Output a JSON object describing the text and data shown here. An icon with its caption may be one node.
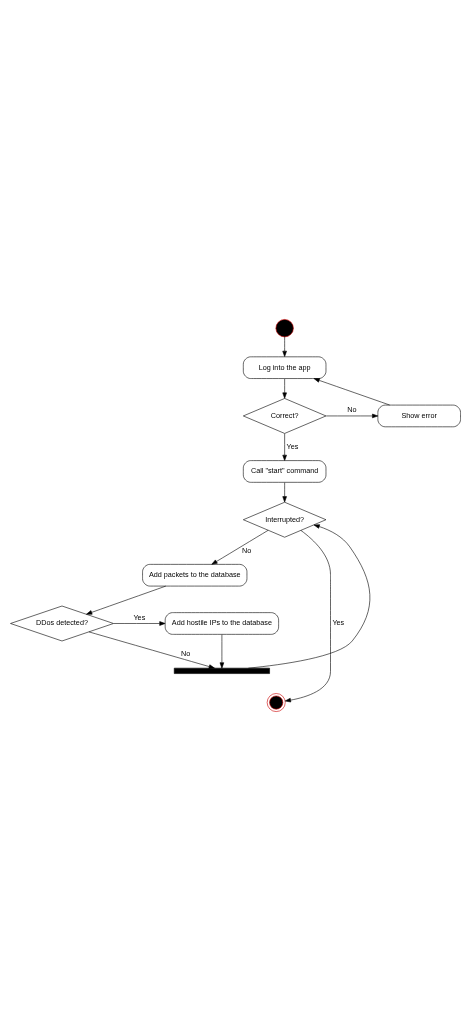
{
  "diagram": {
    "nodes": [
      {
        "text": [],
        "shape": "circle"
      },
      {
        "text": [
          "Log into the app"
        ]
      },
      {
        "text": [
          "Correct?"
        ]
      },
      {
        "text": [
          "Show error"
        ]
      },
      {
        "text": [
          "Call \"start\" command"
        ]
      },
      {
        "text": [
          "Interrupted?"
        ]
      },
      {
        "text": [
          "Add packets to the database"
        ]
      },
      {
        "text": [
          "DDos detected?"
        ]
      },
      {
        "text": [
          "Add hostile IPs to the database"
        ]
      },
      {
        "text": [],
        "shape": "bar"
      },
      {
        "text": [],
        "shape": "bullseye"
      }
    ],
    "edges": [
      {
        "from": 0,
        "to": 1,
        "arrow": "to"
      },
      {
        "from": 1,
        "to": 2,
        "arrow": "to"
      },
      {
        "from": 2,
        "to": 3,
        "arrow": "to",
        "label": "No"
      },
      {
        "from": 3,
        "to": 1,
        "arrow": "to"
      },
      {
        "from": 2,
        "to": 4,
        "arrow": "to",
        "label": "Yes"
      },
      {
        "from": 4,
        "to": 5,
        "arrow": "to"
      },
      {
        "from": 5,
        "to": 10,
        "arrow": "to",
        "label": "Yes"
      },
      {
        "from": 5,
        "to": 6,
        "arrow": "to",
        "label": "No"
      },
      {
        "from": 6,
        "to": 7,
        "arrow": "to"
      },
      {
        "from": 7,
        "to": 8,
        "arrow": "to",
        "label": "Yes"
      },
      {
        "from": 7,
        "to": 9,
        "arrow": "to",
        "label": "No"
      },
      {
        "from": 8,
        "to": 9,
        "arrow": "to"
      },
      {
        "from": 9,
        "to": 5,
        "arrow": "to"
      }
    ]
  }
}
